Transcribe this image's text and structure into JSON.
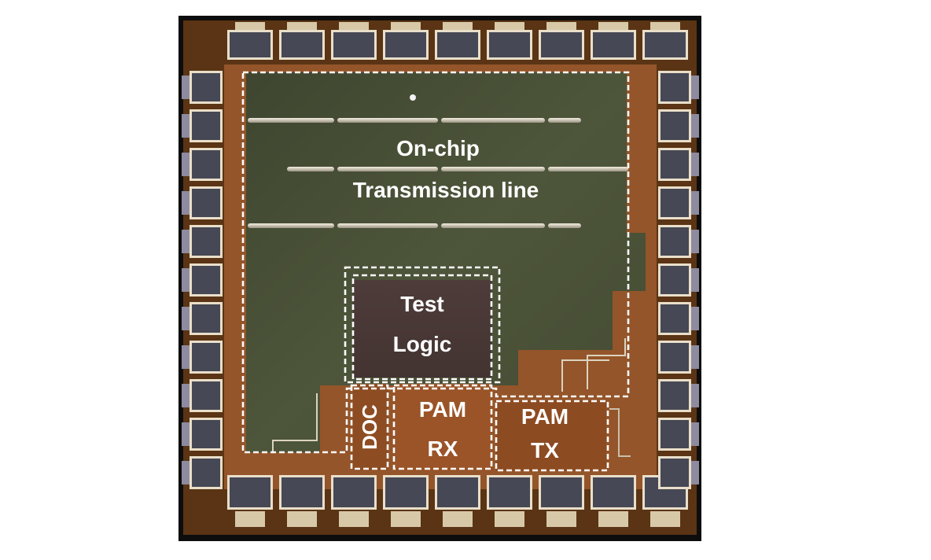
{
  "labels": {
    "tline_1": "On-chip",
    "tline_2": "Transmission line",
    "test_1": "Test",
    "test_2": "Logic",
    "doc": "DOC",
    "pamrx_1": "PAM",
    "pamrx_2": "RX",
    "pamtx_1": "PAM",
    "pamtx_2": "TX"
  },
  "colors": {
    "frame": "#0d0d0d",
    "seal_ring": "#5a3414",
    "core_copper": "#94552a",
    "tline_region": "#4a5236",
    "test_logic": "#4b3a37",
    "pam_block": "#9a5428",
    "pad_fill": "#4a4a55",
    "pad_edge": "#e9dfca",
    "annotation": "#ffffff"
  }
}
